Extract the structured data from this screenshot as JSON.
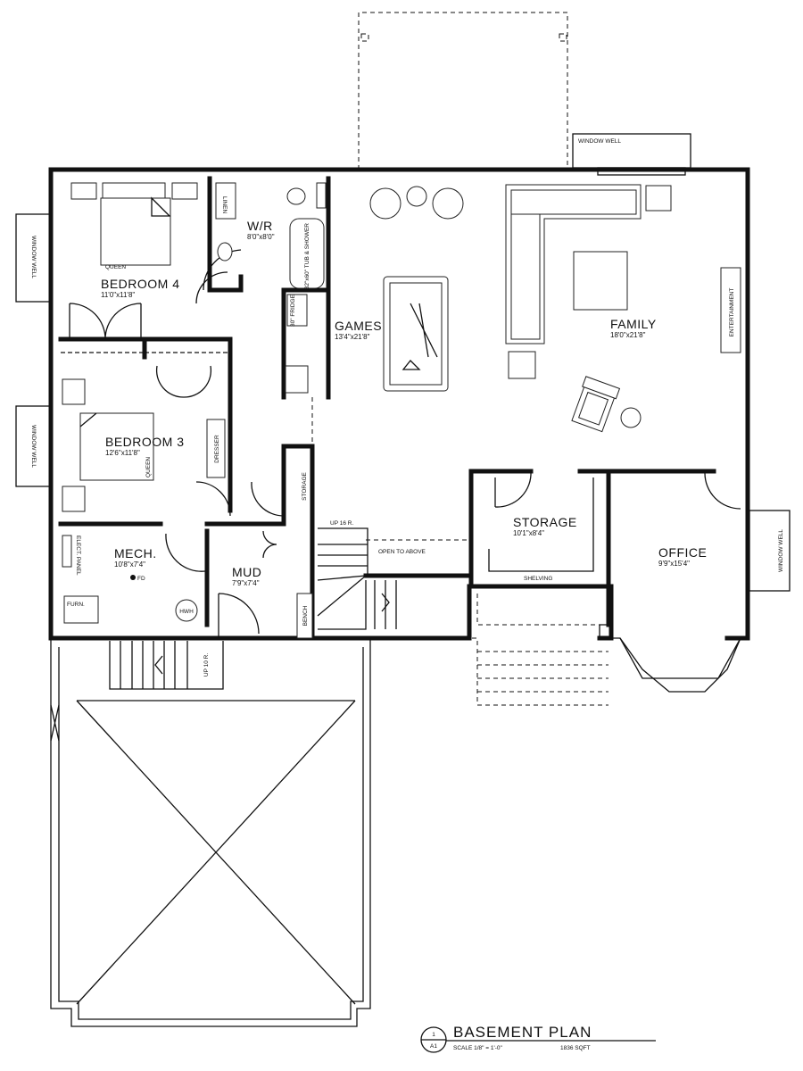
{
  "rooms": {
    "bedroom4": {
      "name": "BEDROOM 4",
      "dims": "11'0\"x11'8\""
    },
    "wr": {
      "name": "W/R",
      "dims": "8'0\"x8'0\""
    },
    "games": {
      "name": "GAMES",
      "dims": "13'4\"x21'8\""
    },
    "family": {
      "name": "FAMILY",
      "dims": "18'0\"x21'8\""
    },
    "bedroom3": {
      "name": "BEDROOM 3",
      "dims": "12'6\"x11'8\""
    },
    "mech": {
      "name": "MECH.",
      "dims": "10'8\"x7'4\""
    },
    "mud": {
      "name": "MUD",
      "dims": "7'9\"x7'4\""
    },
    "storage": {
      "name": "STORAGE",
      "dims": "10'1\"x8'4\""
    },
    "office": {
      "name": "OFFICE",
      "dims": "9'9\"x15'4\""
    }
  },
  "labels": {
    "window_well": "WINDOW WELL",
    "queen": "QUEEN",
    "linen": "LINEN",
    "tub": "32\"x60\" TUB & SHOWER",
    "fridge": "30\" FRIDGE",
    "dresser": "DRESSER",
    "storage_closet": "STORAGE",
    "entertainment": "ENTERTAINMENT",
    "up16": "UP 16 R.",
    "open_above": "OPEN TO ABOVE",
    "shelving": "SHELVING",
    "elect_panel": "ELECT. PANEL",
    "fd": "FD",
    "furn": "FURN.",
    "hwh": "HWH",
    "bench": "BENCH",
    "up10": "UP 10 R."
  },
  "title_block": {
    "title": "BASEMENT PLAN",
    "detail_number": "1",
    "sheet": "A1",
    "scale": "SCALE 1/8\" = 1'-0\"",
    "area": "1836 SQFT"
  }
}
